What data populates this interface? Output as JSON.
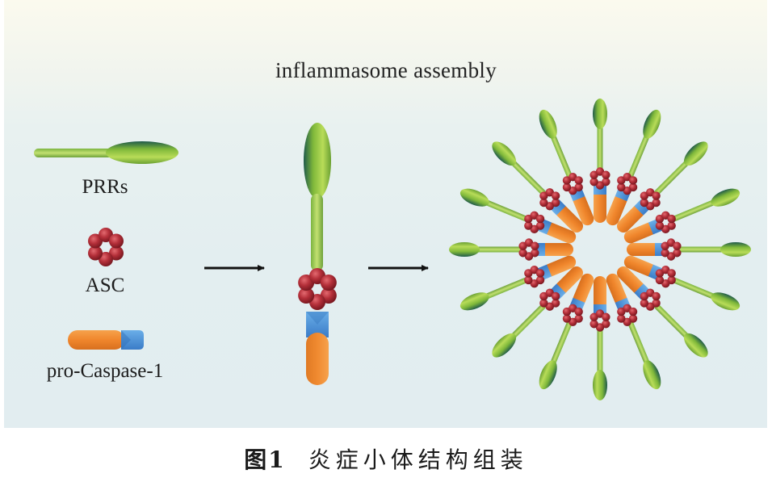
{
  "figure": {
    "title": "inflammasome assembly",
    "legend": [
      {
        "key": "prrs",
        "label": "PRRs",
        "icon": "prr-receptor-icon"
      },
      {
        "key": "asc",
        "label": "ASC",
        "icon": "asc-ring-icon"
      },
      {
        "key": "procaspase",
        "label": "pro-Caspase-1",
        "icon": "pro-caspase-1-icon"
      }
    ],
    "stages": [
      "components",
      "single complex",
      "assembled inflammasome ring"
    ],
    "ring_spoke_count": 16,
    "asc_beads_per_ring": 6,
    "caption": {
      "figure_number": "图1",
      "text": "炎症小体结构组装"
    },
    "colors": {
      "prr_green": "#8cc43c",
      "prr_dark": "#2f6e4a",
      "asc_red": "#b5303a",
      "caspase_orange": "#f08a30",
      "caspase_blue": "#4a8fd8",
      "arrow": "#111111"
    }
  }
}
